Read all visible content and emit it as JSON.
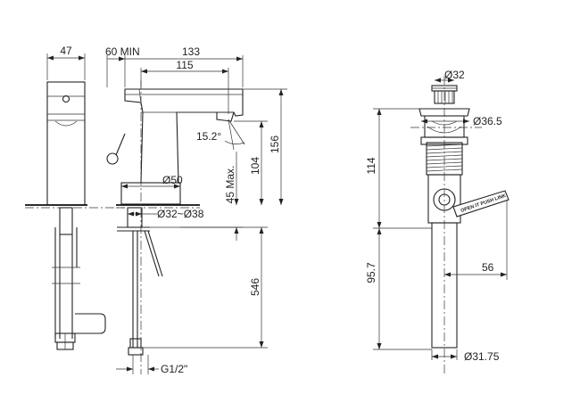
{
  "dimensions": {
    "width_side": "47",
    "min_clearance": "60 MIN",
    "reach_overall": "133",
    "reach_spout": "115",
    "spout_angle": "15.2°",
    "spout_height": "104",
    "overall_height": "156",
    "deck_thickness_max": "45 Max.",
    "base_diameter": "Ø50",
    "hole_diameter": "Ø32~Ø38",
    "hose_length": "546",
    "thread": "G1/2\"",
    "waste_cap_diameter": "Ø32",
    "waste_flange_diameter": "Ø36.5",
    "waste_upper_length": "114",
    "waste_lower_length": "95.7",
    "waste_lever_offset": "56",
    "waste_tail_diameter": "Ø31.75"
  },
  "labels": {
    "lever_text": "OPEN IT PUSH LINK"
  }
}
